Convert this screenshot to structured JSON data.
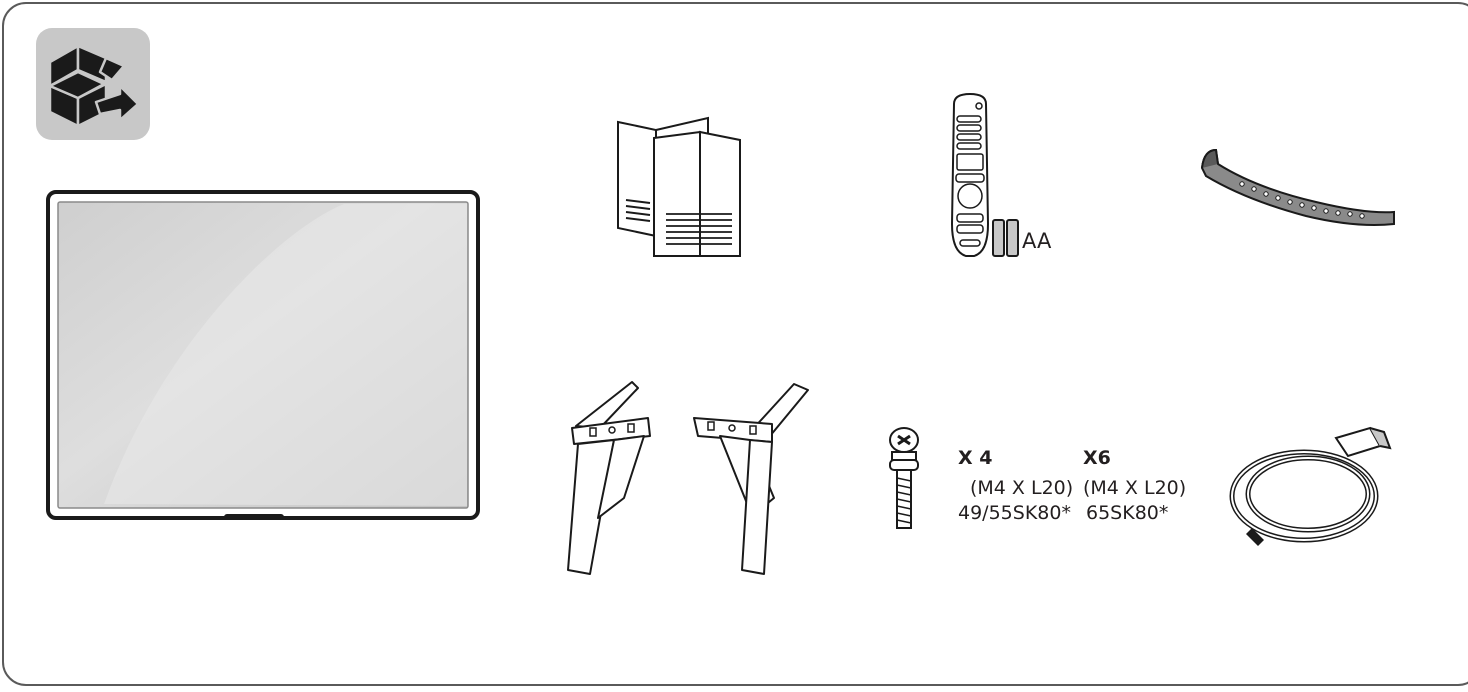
{
  "frame": {
    "border_color": "#5a5a5a",
    "badge_color": "#c8c8c8"
  },
  "icons": {
    "unbox": "open-box-icon",
    "tv": "tv-icon",
    "manuals": "manual-booklets-icon",
    "remote": "magic-remote-icon",
    "batteries": "batteries-icon",
    "cable_holder": "cable-holder-icon",
    "stand": "stand-icon",
    "screw": "screw-icon",
    "power_cord": "power-cord-icon"
  },
  "batteries": {
    "label": "AA"
  },
  "screws": {
    "set_a": {
      "qty": "X 4",
      "spec": "(M4 X L20)",
      "models": "49/55SK80*"
    },
    "set_b": {
      "qty": "X6",
      "spec": "(M4 X L20)",
      "models": "65SK80*"
    }
  }
}
